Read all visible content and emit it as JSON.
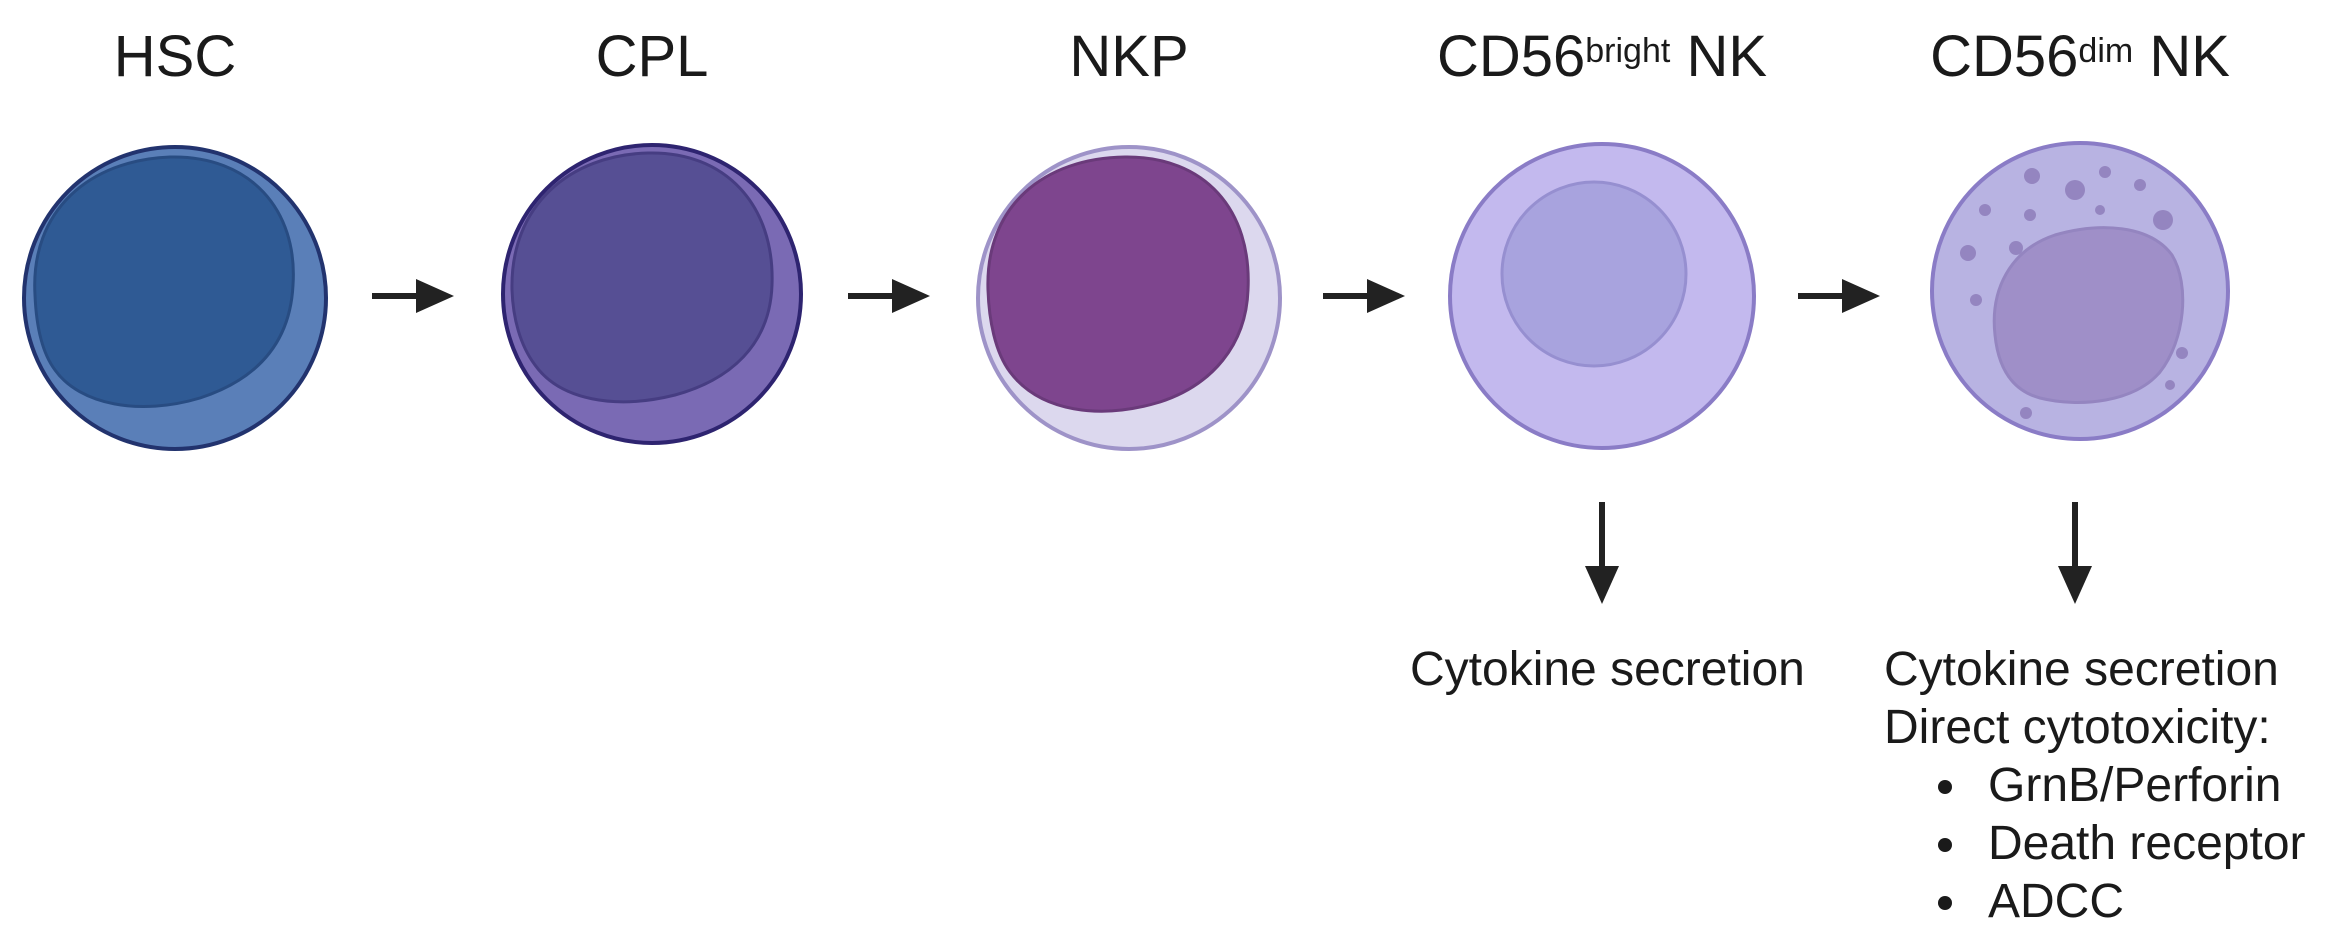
{
  "stages": [
    {
      "id": "hsc",
      "label": "HSC",
      "sup": "",
      "suffix": ""
    },
    {
      "id": "cpl",
      "label": "CPL",
      "sup": "",
      "suffix": ""
    },
    {
      "id": "nkp",
      "label": "NKP",
      "sup": "",
      "suffix": ""
    },
    {
      "id": "cd56bright",
      "label": "CD56",
      "sup": "bright",
      "suffix": " NK"
    },
    {
      "id": "cd56dim",
      "label": "CD56",
      "sup": "dim",
      "suffix": " NK"
    }
  ],
  "outcomes": {
    "cd56bright": {
      "line1": "Cytokine secretion"
    },
    "cd56dim": {
      "line1": "Cytokine secretion",
      "line2": "Direct cytotoxicity:",
      "bullets": [
        "GrnB/Perforin",
        "Death receptor",
        "ADCC"
      ]
    }
  },
  "colors": {
    "hsc_outer": "#5a7fb8",
    "hsc_inner": "#2f5a94",
    "hsc_stroke": "#22336e",
    "cpl_outer": "#7a6ab4",
    "cpl_inner": "#564f94",
    "cpl_stroke": "#2e2470",
    "nkp_outer": "#dcd8ee",
    "nkp_inner": "#7e458e",
    "nkp_stroke": "#9e93c8",
    "bright_outer": "#c3b9ee",
    "bright_inner": "#a8a3de",
    "bright_stroke": "#8a7cc6",
    "dim_outer": "#b8b3e2",
    "dim_inner": "#9f8fc8",
    "dim_granule": "#9485c0",
    "dim_stroke": "#8a7cc6",
    "arrow": "#222222"
  }
}
